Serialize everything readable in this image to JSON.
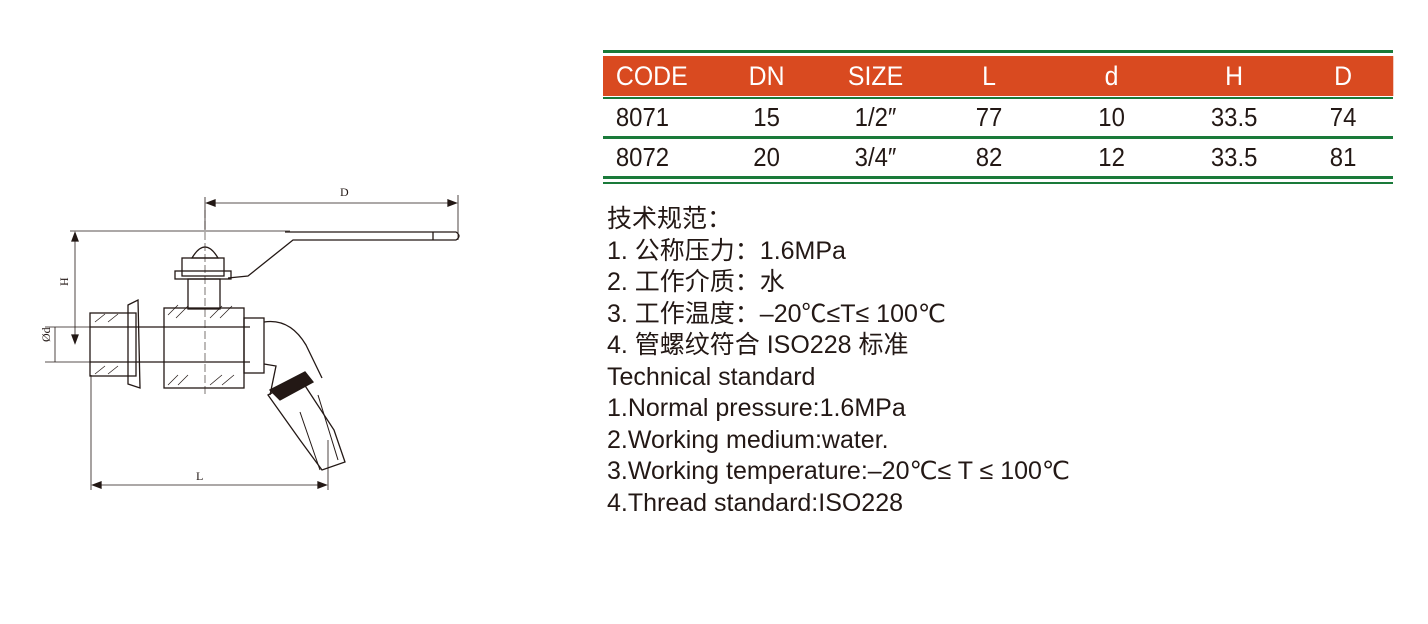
{
  "drawing": {
    "labels": {
      "D": "D",
      "H": "H",
      "d": "Ød",
      "L": "L"
    }
  },
  "table": {
    "colors": {
      "header_bg": "#d94a20",
      "rule": "#1a7a3a",
      "header_text": "#ffffff"
    },
    "columns": [
      "CODE",
      "DN",
      "SIZE",
      "L",
      "d",
      "H",
      "D"
    ],
    "rows": [
      [
        "8071",
        "15",
        "1/2″",
        "77",
        "10",
        "33.5",
        "74"
      ],
      [
        "8072",
        "20",
        "3/4″",
        "82",
        "12",
        "33.5",
        "81"
      ]
    ]
  },
  "notes": {
    "cn_title": "技术规范：",
    "cn_items": [
      "1. 公称压力：1.6MPa",
      "2. 工作介质：水",
      "3. 工作温度：–20℃≤T≤ 100℃",
      "4. 管螺纹符合 ISO228 标准"
    ],
    "en_title": "Technical standard",
    "en_items": [
      "1.Normal pressure:1.6MPa",
      "2.Working medium:water.",
      "3.Working temperature:–20℃≤ T ≤ 100℃",
      "4.Thread standard:ISO228"
    ]
  }
}
